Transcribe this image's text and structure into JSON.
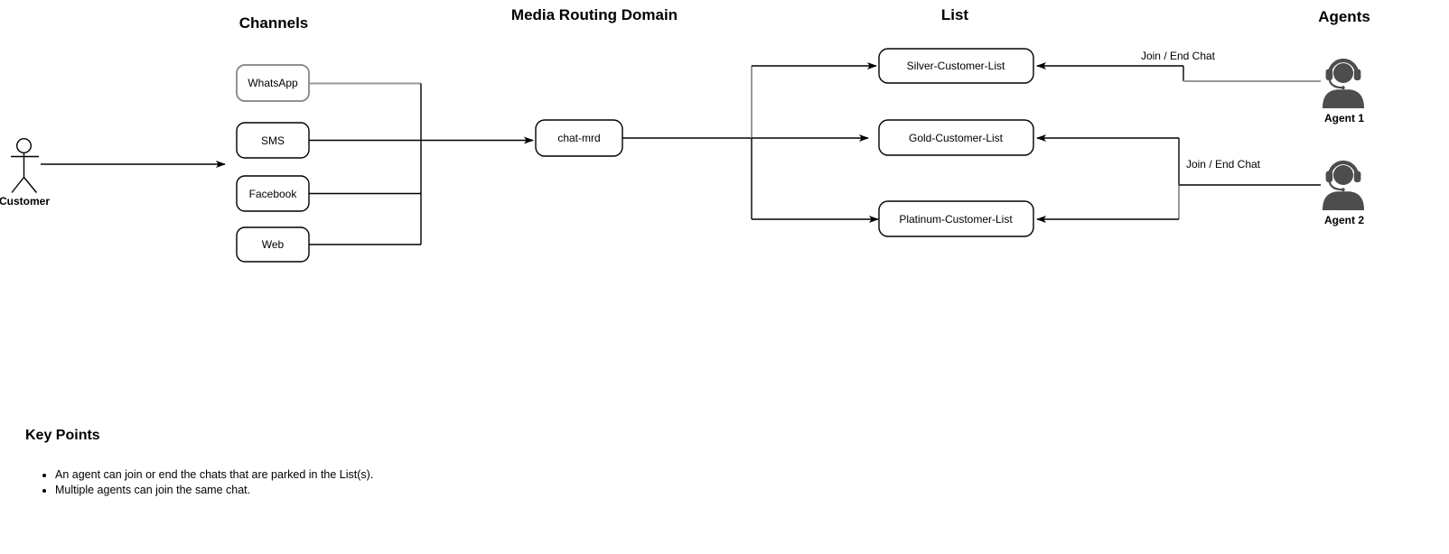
{
  "colors": {
    "line": "#000000",
    "muted": "#999999",
    "muted-dark": "#808080",
    "agent2-line": "#404040",
    "icon": "#4d4d4d",
    "background": "#ffffff"
  },
  "diagram": {
    "customer": {
      "label": "Customer"
    },
    "channels": {
      "title": "Channels",
      "items": [
        "WhatsApp",
        "SMS",
        "Facebook",
        "Web"
      ]
    },
    "mrd": {
      "title": "Media Routing Domain",
      "node_label": "chat-mrd"
    },
    "lists": {
      "title": "List",
      "items": [
        "Silver-Customer-List",
        "Gold-Customer-List",
        "Platinum-Customer-List"
      ]
    },
    "agents": {
      "title": "Agents",
      "items": [
        {
          "label": "Agent 1",
          "edge_label": "Join / End Chat"
        },
        {
          "label": "Agent 2",
          "edge_label": "Join / End Chat"
        }
      ]
    }
  },
  "key_points": {
    "title": "Key Points",
    "bullets": [
      "An agent can join or end the chats that are parked in the List(s).",
      "Multiple agents can join the same chat."
    ]
  }
}
